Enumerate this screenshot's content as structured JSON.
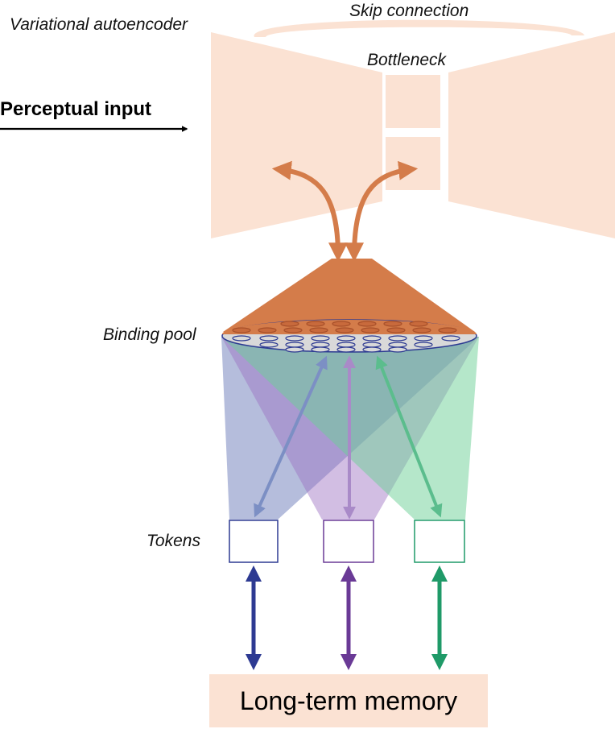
{
  "labels": {
    "variational_autoencoder": "Variational autoencoder",
    "skip_connection": "Skip connection",
    "bottleneck": "Bottleneck",
    "perceptual_input": "Perceptual input",
    "binding_pool": "Binding pool",
    "tokens": "Tokens",
    "long_term_memory": "Long-term memory"
  },
  "colors": {
    "vae_fill": "#fbe2d3",
    "orange": "#d47c4a",
    "pool_fill": "#d9d9d9",
    "blue": "#2d3a92",
    "purple": "#6a3a96",
    "green": "#1f9a68",
    "blue_light": "#7c8fc4",
    "purple_light": "#a98ac8",
    "green_light": "#5bbd8d"
  }
}
